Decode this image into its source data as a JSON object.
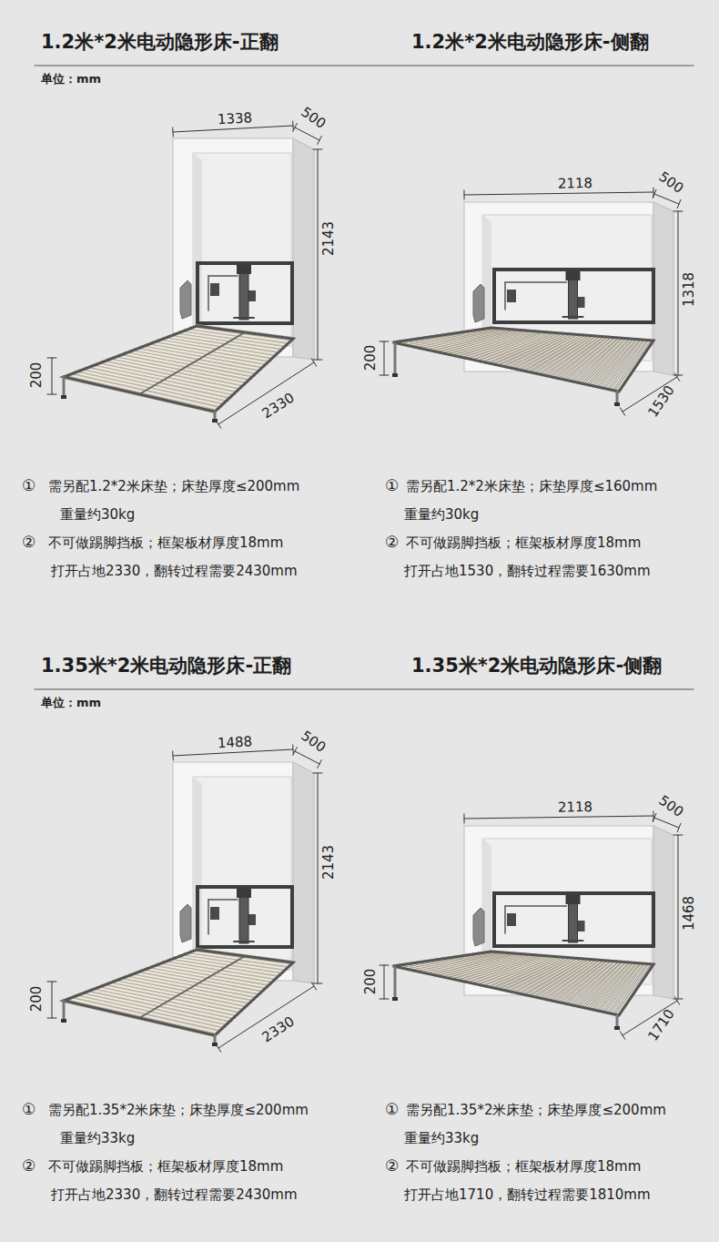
{
  "diagram": {
    "labels": [
      "1.2米*2米电动隐形床-正翻",
      "1.2米*2米电动隐形床-侧翻",
      "单位：mm",
      "1338",
      "500",
      "2143",
      "200",
      "2330",
      "2118",
      "500",
      "1318",
      "200",
      "1530",
      "①",
      "需另配1.2*2米床垫；床垫厚度≤200mm",
      "重量约30kg",
      "②",
      "不可做踢脚挡板；框架板材厚度18mm",
      "打开占地2330，翻转过程需要2430mm",
      "①",
      "需另配1.2*2米床垫；床垫厚度≤160mm",
      "重量约30kg",
      "②",
      "不可做踢脚挡板；框架板材厚度18mm",
      "打开占地1530，翻转过程需要1630mm",
      "1.35米*2米电动隐形床-正翻",
      "1.35米*2米电动隐形床-侧翻",
      "单位：mm",
      "1488",
      "500",
      "2143",
      "200",
      "2330",
      "2118",
      "500",
      "1468",
      "200",
      "1710",
      "①",
      "需另配1.35*2米床垫；床垫厚度≤200mm",
      "重量约33kg",
      "②",
      "不可做踢脚挡板；框架板材厚度18mm",
      "打开占地2330，翻转过程需要2430mm",
      "①",
      "需另配1.35*2米床垫；床垫厚度≤200mm",
      "重量约33kg",
      "②",
      "不可做踢脚挡板；框架板材厚度18mm",
      "打开占地1710，翻转过程需要1810mm"
    ]
  }
}
